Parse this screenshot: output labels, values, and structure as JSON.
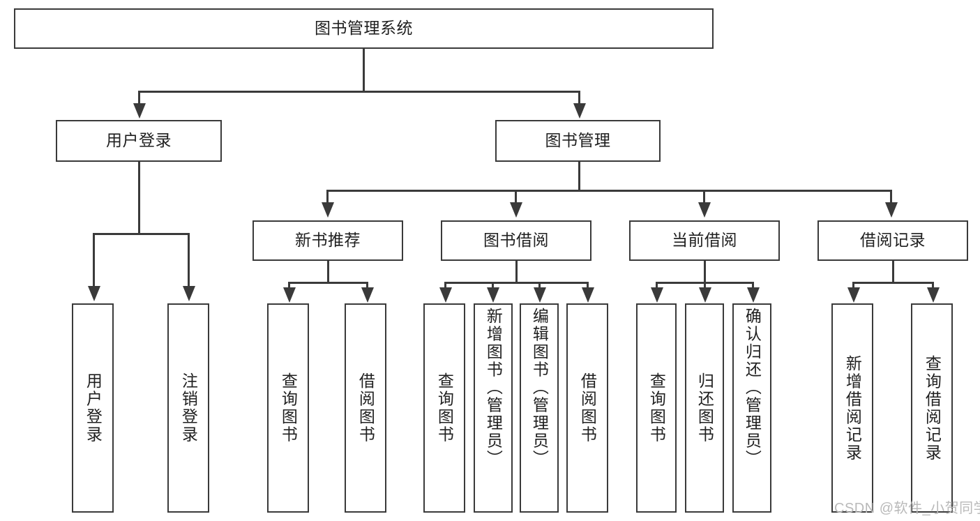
{
  "diagram": {
    "title": "图书管理系统",
    "type": "hierarchy-tree",
    "watermark": "CSDN @软件_小贺同学",
    "colors": {
      "stroke": "#3a3a3a",
      "fill": "#ffffff",
      "text": "#1f1f1f",
      "watermark": "#b9b9b9"
    },
    "nodes": {
      "root": {
        "label": "图书管理系统"
      },
      "level2": [
        {
          "label": "用户登录"
        },
        {
          "label": "图书管理"
        }
      ],
      "level3": [
        {
          "label": "新书推荐"
        },
        {
          "label": "图书借阅"
        },
        {
          "label": "当前借阅"
        },
        {
          "label": "借阅记录"
        }
      ],
      "leaves": {
        "user_login": [
          {
            "label": "用户登录"
          },
          {
            "label": "注销登录"
          }
        ],
        "new_book": [
          {
            "label": "查询图书"
          },
          {
            "label": "借阅图书"
          }
        ],
        "book_borrow": [
          {
            "label": "查询图书"
          },
          {
            "label": "新增图书（管理员）"
          },
          {
            "label": "编辑图书（管理员）"
          },
          {
            "label": "借阅图书"
          }
        ],
        "current_borrow": [
          {
            "label": "查询图书"
          },
          {
            "label": "归还图书"
          },
          {
            "label": "确认归还（管理员）"
          }
        ],
        "borrow_record": [
          {
            "label": "新增借阅记录"
          },
          {
            "label": "查询借阅记录"
          }
        ]
      }
    }
  }
}
